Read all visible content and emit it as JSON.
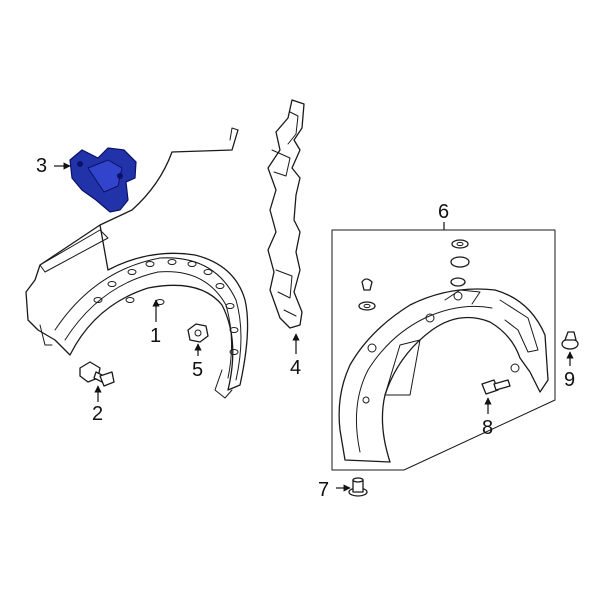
{
  "diagram": {
    "highlight_color": "#2233aa",
    "line_color": "#1a1a1a",
    "callouts": [
      {
        "id": "1",
        "label": "1"
      },
      {
        "id": "2",
        "label": "2"
      },
      {
        "id": "3",
        "label": "3"
      },
      {
        "id": "4",
        "label": "4"
      },
      {
        "id": "5",
        "label": "5"
      },
      {
        "id": "6",
        "label": "6"
      },
      {
        "id": "7",
        "label": "7"
      },
      {
        "id": "8",
        "label": "8"
      },
      {
        "id": "9",
        "label": "9"
      }
    ]
  }
}
